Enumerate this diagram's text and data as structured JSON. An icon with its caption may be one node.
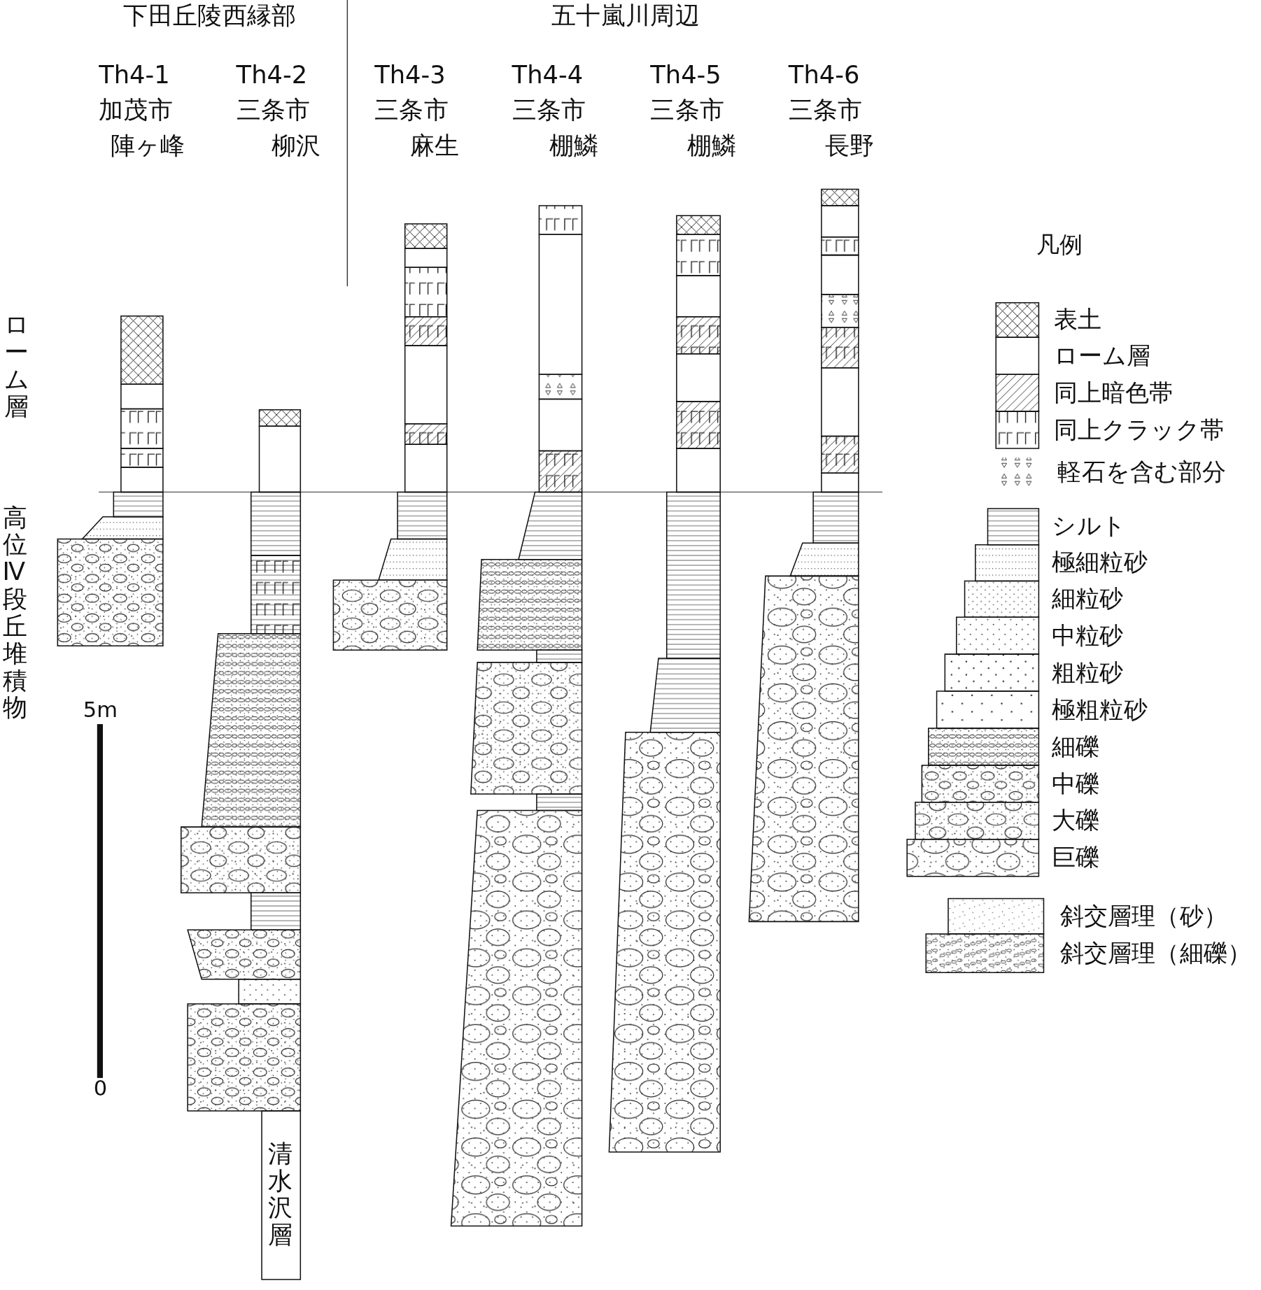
{
  "diagram": {
    "labels": [
      "下田丘陵西縁部",
      "五十嵐川周辺",
      "Th4-1",
      "Th4-2",
      "Th4-3",
      "Th4-4",
      "Th4-5",
      "Th4-6",
      "加茂市",
      "三条市",
      "三条市",
      "三条市",
      "三条市",
      "三条市",
      "陣ヶ峰",
      "柳沢",
      "麻生",
      "棚鱗",
      "棚鱗",
      "長野",
      "凡例",
      "ローム層",
      "高位Ⅳ段丘堆積物",
      "5m",
      "0",
      "清水沢層"
    ],
    "legend": [
      {
        "text": "表土"
      },
      {
        "text": "ローム層"
      },
      {
        "text": "同上暗色帯"
      },
      {
        "text": "同上クラック帯"
      },
      {
        "text": "軽石を含む部分"
      },
      {
        "text": "シルト"
      },
      {
        "text": "極細粒砂"
      },
      {
        "text": "細粒砂"
      },
      {
        "text": "中粒砂"
      },
      {
        "text": "粗粒砂"
      },
      {
        "text": "極粗粒砂"
      },
      {
        "text": "細礫"
      },
      {
        "text": "中礫"
      },
      {
        "text": "大礫"
      },
      {
        "text": "巨礫"
      },
      {
        "text": "斜交層理（砂）"
      },
      {
        "text": "斜交層理（細礫）"
      }
    ]
  }
}
